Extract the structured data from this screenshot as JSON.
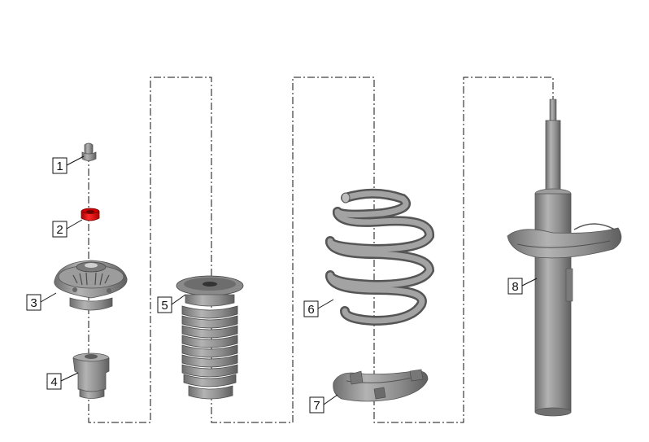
{
  "diagram": {
    "colors": {
      "part_gray": "#8f8f8f",
      "part_dark": "#5f5f5f",
      "part_light": "#b8b8b8",
      "highlight_red": "#e00000",
      "line": "#111111",
      "background": "#ffffff"
    },
    "callouts": [
      {
        "label": "1",
        "part": "cap-nut"
      },
      {
        "label": "2",
        "part": "retaining-nut-highlighted"
      },
      {
        "label": "3",
        "part": "strut-top-mount"
      },
      {
        "label": "4",
        "part": "bump-stop"
      },
      {
        "label": "5",
        "part": "dust-boot"
      },
      {
        "label": "6",
        "part": "coil-spring"
      },
      {
        "label": "7",
        "part": "lower-spring-seat"
      },
      {
        "label": "8",
        "part": "shock-absorber"
      }
    ]
  }
}
